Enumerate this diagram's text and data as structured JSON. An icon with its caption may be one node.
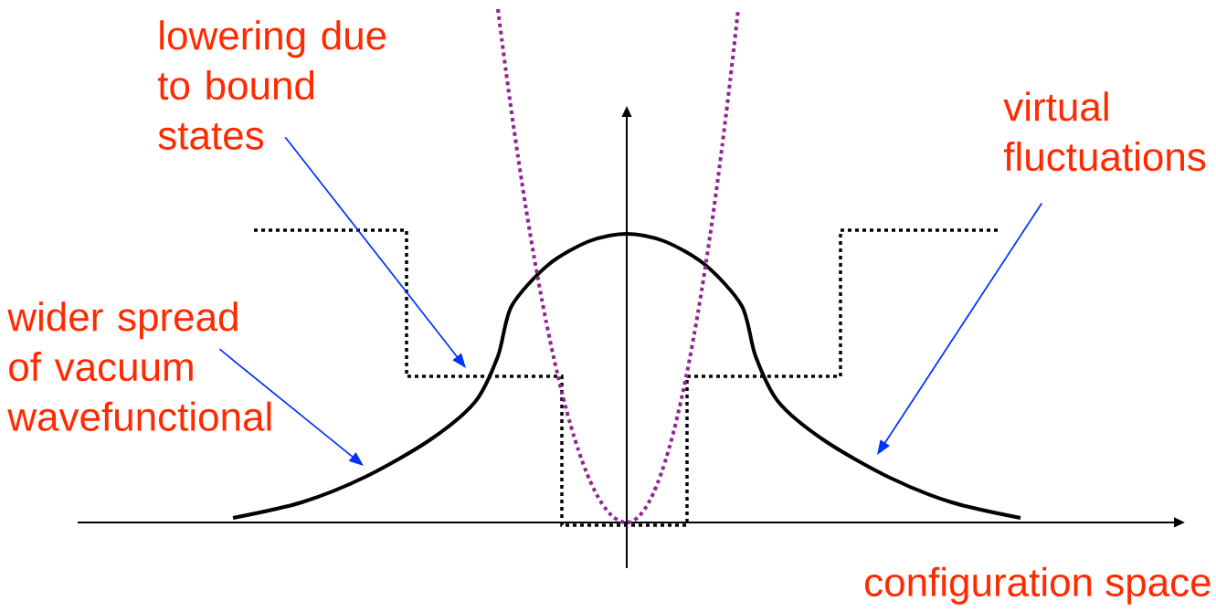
{
  "diagram": {
    "nodes": [
      {
        "text": [
          "lowering due to bound states"
        ]
      },
      {
        "text": [
          "wider spread of vacuum wavefunctional"
        ]
      },
      {
        "text": [
          "virtual fluctuations"
        ]
      }
    ],
    "edges": [
      {
        "from": 0,
        "to": null,
        "arrow": "to"
      },
      {
        "from": 1,
        "to": null,
        "arrow": "to"
      },
      {
        "from": 2,
        "to": null,
        "arrow": "to"
      }
    ],
    "labels": [
      "configuration space"
    ]
  }
}
